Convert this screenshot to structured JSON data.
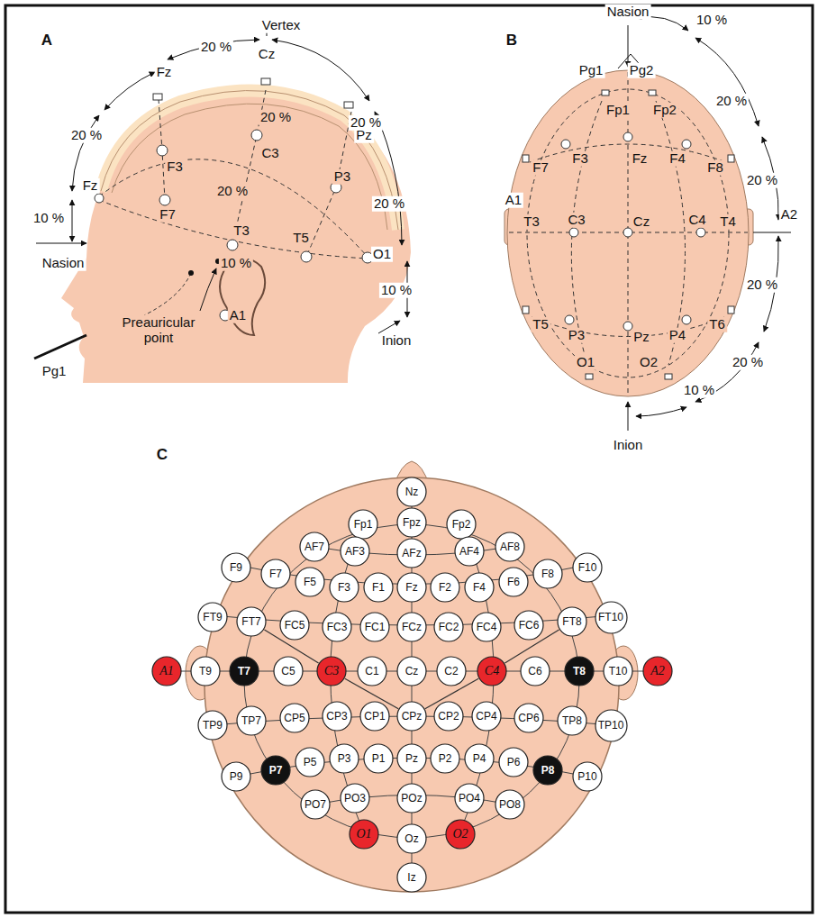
{
  "diagram": {
    "nodes": [
      {
        "text": [
          "Nz"
        ]
      },
      {
        "text": [
          "Fp1"
        ]
      },
      {
        "text": [
          "Fpz"
        ]
      },
      {
        "text": [
          "Fp2"
        ]
      },
      {
        "text": [
          "AF7"
        ]
      },
      {
        "text": [
          "AF3"
        ]
      },
      {
        "text": [
          "AFz"
        ]
      },
      {
        "text": [
          "AF4"
        ]
      },
      {
        "text": [
          "AF8"
        ]
      },
      {
        "text": [
          "F9"
        ]
      },
      {
        "text": [
          "F7"
        ]
      },
      {
        "text": [
          "F5"
        ]
      },
      {
        "text": [
          "F3"
        ]
      },
      {
        "text": [
          "F1"
        ]
      },
      {
        "text": [
          "Fz"
        ]
      },
      {
        "text": [
          "F2"
        ]
      },
      {
        "text": [
          "F4"
        ]
      },
      {
        "text": [
          "F6"
        ]
      },
      {
        "text": [
          "F8"
        ]
      },
      {
        "text": [
          "F10"
        ]
      },
      {
        "text": [
          "FT9"
        ]
      },
      {
        "text": [
          "FT7"
        ]
      },
      {
        "text": [
          "FC5"
        ]
      },
      {
        "text": [
          "FC3"
        ]
      },
      {
        "text": [
          "FC1"
        ]
      },
      {
        "text": [
          "FCz"
        ]
      },
      {
        "text": [
          "FC2"
        ]
      },
      {
        "text": [
          "FC4"
        ]
      },
      {
        "text": [
          "FC6"
        ]
      },
      {
        "text": [
          "FT8"
        ]
      },
      {
        "text": [
          "FT10"
        ]
      },
      {
        "text": [
          "A1"
        ]
      },
      {
        "text": [
          "T9"
        ]
      },
      {
        "text": [
          "T7"
        ]
      },
      {
        "text": [
          "C5"
        ]
      },
      {
        "text": [
          "C3"
        ]
      },
      {
        "text": [
          "C1"
        ]
      },
      {
        "text": [
          "Cz"
        ]
      },
      {
        "text": [
          "C2"
        ]
      },
      {
        "text": [
          "C4"
        ]
      },
      {
        "text": [
          "C6"
        ]
      },
      {
        "text": [
          "T8"
        ]
      },
      {
        "text": [
          "T10"
        ]
      },
      {
        "text": [
          "A2"
        ]
      },
      {
        "text": [
          "TP9"
        ]
      },
      {
        "text": [
          "TP7"
        ]
      },
      {
        "text": [
          "CP5"
        ]
      },
      {
        "text": [
          "CP3"
        ]
      },
      {
        "text": [
          "CP1"
        ]
      },
      {
        "text": [
          "CPz"
        ]
      },
      {
        "text": [
          "CP2"
        ]
      },
      {
        "text": [
          "CP4"
        ]
      },
      {
        "text": [
          "CP6"
        ]
      },
      {
        "text": [
          "TP8"
        ]
      },
      {
        "text": [
          "TP10"
        ]
      },
      {
        "text": [
          "P9"
        ]
      },
      {
        "text": [
          "P7"
        ]
      },
      {
        "text": [
          "P5"
        ]
      },
      {
        "text": [
          "P3"
        ]
      },
      {
        "text": [
          "P1"
        ]
      },
      {
        "text": [
          "Pz"
        ]
      },
      {
        "text": [
          "P2"
        ]
      },
      {
        "text": [
          "P4"
        ]
      },
      {
        "text": [
          "P6"
        ]
      },
      {
        "text": [
          "P8"
        ]
      },
      {
        "text": [
          "P10"
        ]
      },
      {
        "text": [
          "PO7"
        ]
      },
      {
        "text": [
          "PO3"
        ]
      },
      {
        "text": [
          "POz"
        ]
      },
      {
        "text": [
          "PO4"
        ]
      },
      {
        "text": [
          "PO8"
        ]
      },
      {
        "text": [
          "O1"
        ]
      },
      {
        "text": [
          "Oz"
        ]
      },
      {
        "text": [
          "O2"
        ]
      },
      {
        "text": [
          "Iz"
        ]
      }
    ],
    "edges": [
      {
        "from": 21,
        "to": 35,
        "arrow": "none"
      },
      {
        "from": 35,
        "to": 49,
        "arrow": "none"
      },
      {
        "from": 49,
        "to": 39,
        "arrow": "none"
      },
      {
        "from": 39,
        "to": 29,
        "arrow": "none"
      }
    ],
    "labels": [
      "A",
      "Vertex",
      "20 %",
      "20 %",
      "20 %",
      "20 %",
      "Fz",
      "Cz",
      "Pz",
      "F3",
      "C3",
      "20 %",
      "P3",
      "20 %",
      "Fz",
      "F7",
      "10 %",
      "Nasion",
      "T3",
      "T5",
      "O1",
      "10 %",
      "10 %",
      "Preauricular point",
      "A1",
      "Inion",
      "Pg1",
      "B",
      "Nasion",
      "10 %",
      "Pg1",
      "Pg2",
      "Fp1",
      "Fp2",
      "20 %",
      "F7",
      "F3",
      "Fz",
      "F4",
      "F8",
      "20 %",
      "A1",
      "T3",
      "C3",
      "Cz",
      "C4",
      "T4",
      "A2",
      "20 %",
      "T5",
      "P3",
      "Pz",
      "P4",
      "T6",
      "20 %",
      "O1",
      "O2",
      "Inion",
      "10 %",
      "C"
    ]
  }
}
